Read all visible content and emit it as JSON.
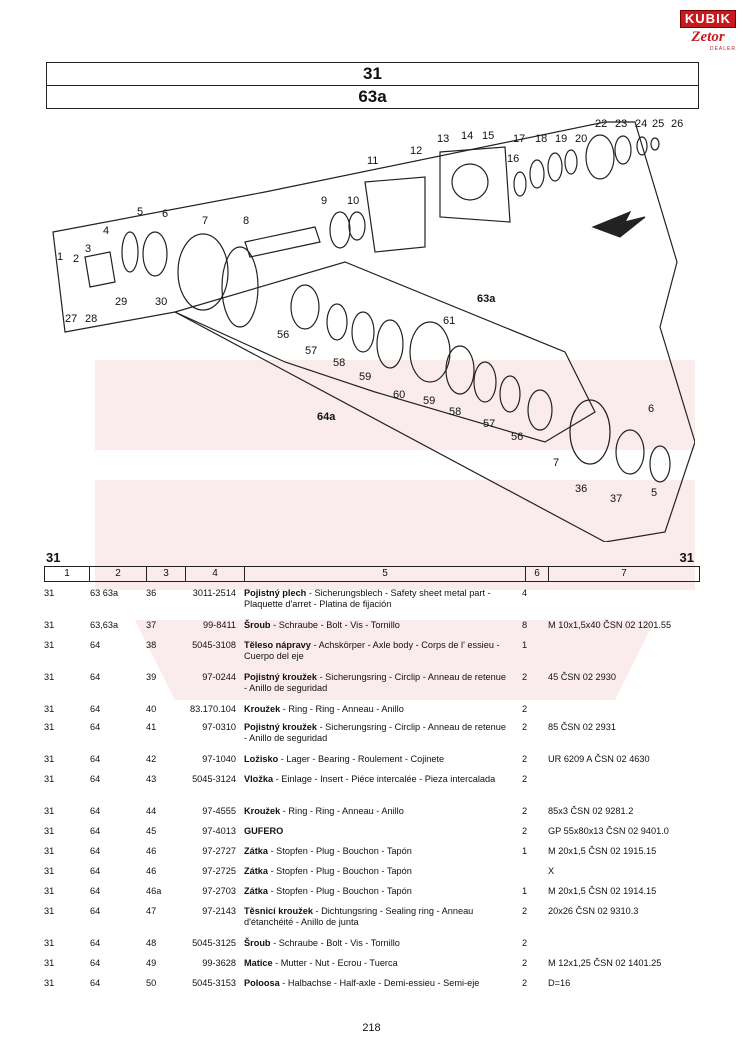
{
  "logo": {
    "brand": "KUBIK",
    "make": "Zetor",
    "tagline": "DEALER"
  },
  "header": {
    "group": "31",
    "section": "63a"
  },
  "diagram": {
    "callouts": [
      "1",
      "2",
      "3",
      "4",
      "5",
      "6",
      "7",
      "8",
      "9",
      "10",
      "11",
      "12",
      "13",
      "14",
      "15",
      "16",
      "17",
      "18",
      "19",
      "20",
      "22",
      "23",
      "24",
      "25",
      "26",
      "27",
      "28",
      "29",
      "30",
      "56",
      "57",
      "58",
      "59",
      "60",
      "59",
      "58",
      "57",
      "56",
      "61",
      "7",
      "6",
      "36",
      "37",
      "5",
      "63a",
      "64a"
    ]
  },
  "table": {
    "group_left": "31",
    "group_right": "31",
    "columns": [
      "1",
      "2",
      "3",
      "4",
      "5",
      "6",
      "7"
    ],
    "rows": [
      {
        "c1": "31",
        "c2": "63 63a",
        "c3": "36",
        "c4": "3011-2514",
        "bold": "Pojistný plech",
        "rest": " - Sicherungsblech - Safety sheet metal part - Plaquette d'arret - Platina de fijación",
        "qty": "4",
        "note": ""
      },
      {
        "c1": "31",
        "c2": "63,63a",
        "c3": "37",
        "c4": "99-8411",
        "bold": "Šroub",
        "rest": " - Schraube - Bolt - Vis - Tornillo",
        "qty": "8",
        "note": "M 10x1,5x40 ČSN 02 1201.55"
      },
      {
        "c1": "31",
        "c2": "64",
        "c3": "38",
        "c4": "5045-3108",
        "bold": "Těleso nápravy",
        "rest": " - Achskörper - Axle body - Corps de l' essieu - Cuerpo del eje",
        "qty": "1",
        "note": ""
      },
      {
        "c1": "31",
        "c2": "64",
        "c3": "39",
        "c4": "97-0244",
        "bold": "Pojistný kroužek",
        "rest": " - Sicherungsring - Circlip - Anneau de retenue - Anillo de seguridad",
        "qty": "2",
        "note": "45 ČSN 02 2930"
      },
      {
        "c1": "31",
        "c2": "64",
        "c3": "40",
        "c4": "83.170.104",
        "bold": "Kroužek",
        "rest": " - Ring - Ring - Anneau - Anillo",
        "qty": "2",
        "note": ""
      },
      {
        "c1": "31",
        "c2": "64",
        "c3": "41",
        "c4": "97-0310",
        "bold": "Pojistný kroužek",
        "rest": " - Sicherungsring - Circlip - Anneau de retenue - Anillo de seguridad",
        "qty": "2",
        "note": "85 ČSN 02 2931"
      },
      {
        "c1": "31",
        "c2": "64",
        "c3": "42",
        "c4": "97-1040",
        "bold": "Ložisko",
        "rest": " - Lager - Bearing - Roulement - Cojinete",
        "qty": "2",
        "note": "UR 6209 A ČSN 02 4630"
      },
      {
        "c1": "31",
        "c2": "64",
        "c3": "43",
        "c4": "5045-3124",
        "bold": "Vložka",
        "rest": " - Einlage - Insert - Piéce intercalée - Pieza intercalada",
        "qty": "2",
        "note": ""
      },
      {
        "c1": "31",
        "c2": "64",
        "c3": "44",
        "c4": "97-4555",
        "bold": "Kroužek",
        "rest": " - Ring - Ring - Anneau - Anillo",
        "qty": "2",
        "note": "85x3 ČSN 02 9281.2"
      },
      {
        "c1": "31",
        "c2": "64",
        "c3": "45",
        "c4": "97-4013",
        "bold": "GUFERO",
        "rest": "",
        "qty": "2",
        "note": "GP 55x80x13 ČSN 02 9401.0"
      },
      {
        "c1": "31",
        "c2": "64",
        "c3": "46",
        "c4": "97-2727",
        "bold": "Zátka",
        "rest": " - Stopfen - Plug - Bouchon - Tapón",
        "qty": "1",
        "note": "M 20x1,5 ČSN 02 1915.15"
      },
      {
        "c1": "31",
        "c2": "64",
        "c3": "46",
        "c4": "97-2725",
        "bold": "Zátka",
        "rest": " - Stopfen - Plug - Bouchon - Tapón",
        "qty": "",
        "note": "X"
      },
      {
        "c1": "31",
        "c2": "64",
        "c3": "46a",
        "c4": "97-2703",
        "bold": "Zátka",
        "rest": " - Stopfen - Plug - Bouchon - Tapón",
        "qty": "1",
        "note": "M 20x1,5 ČSN 02 1914.15"
      },
      {
        "c1": "31",
        "c2": "64",
        "c3": "47",
        "c4": "97-2143",
        "bold": "Těsnicí kroužek",
        "rest": " - Dichtungsring - Sealing ring - Anneau d'étanchéité - Anillo de junta",
        "qty": "2",
        "note": "20x26 ČSN 02 9310.3"
      },
      {
        "c1": "31",
        "c2": "64",
        "c3": "48",
        "c4": "5045-3125",
        "bold": "Šroub",
        "rest": " - Schraube - Bolt - Vis - Tornillo",
        "qty": "2",
        "note": ""
      },
      {
        "c1": "31",
        "c2": "64",
        "c3": "49",
        "c4": "99-3628",
        "bold": "Matice",
        "rest": " - Mutter - Nut - Ecrou - Tuerca",
        "qty": "2",
        "note": "M 12x1,25 ČSN 02 1401.25"
      },
      {
        "c1": "31",
        "c2": "64",
        "c3": "50",
        "c4": "5045-3153",
        "bold": "Poloosa",
        "rest": " - Halbachse - Half-axle - Demi-essieu - Semi-eje",
        "qty": "2",
        "note": "D=16"
      }
    ]
  },
  "footer": {
    "page": "218"
  }
}
